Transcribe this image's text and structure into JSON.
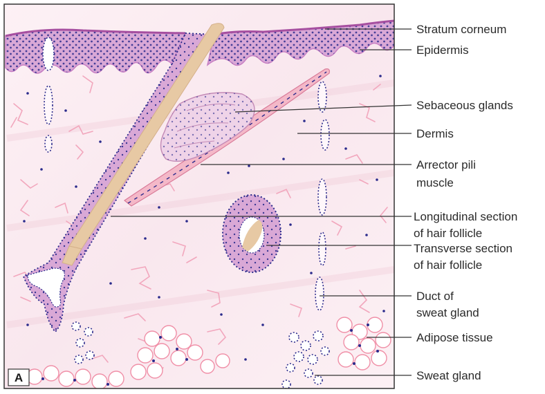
{
  "panel_letter": "A",
  "labels": {
    "stratum_corneum": "Stratum corneum",
    "epidermis": "Epidermis",
    "sebaceous": "Sebaceous glands",
    "dermis": "Dermis",
    "arrector_1": "Arrector pili",
    "arrector_2": "muscle",
    "longitudinal_1": "Longitudinal section",
    "longitudinal_2": "of hair follicle",
    "transverse_1": "Transverse section",
    "transverse_2": "of hair follicle",
    "duct_1": "Duct of",
    "duct_2": "sweat gland",
    "adipose": "Adipose tissue",
    "sweat_gland": "Sweat gland"
  },
  "colors": {
    "epidermis": "#d9a8d6",
    "nuclei": "#2b2b8c",
    "hair_shaft": "#e7c9a4",
    "dermis_bg": "#fbeef3",
    "collagen": "#f2a7bd",
    "leader": "#333333"
  }
}
